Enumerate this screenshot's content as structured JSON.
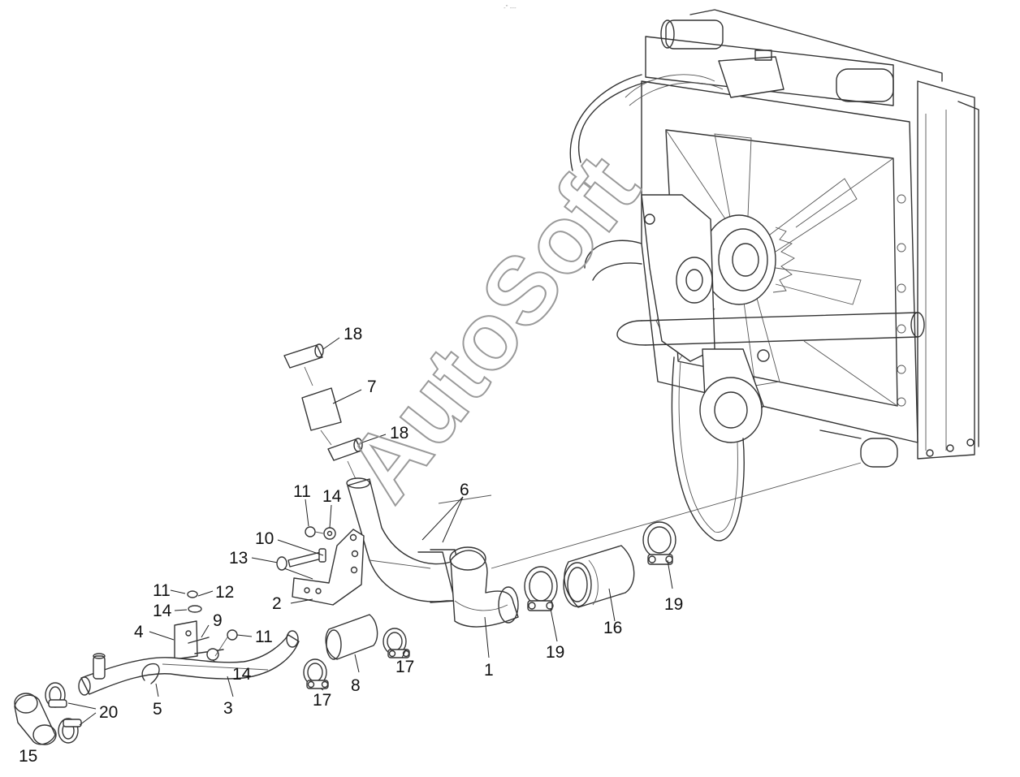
{
  "header": {
    "mark": "-\" ---"
  },
  "watermark": {
    "text": "AutoSoft"
  },
  "callouts": {
    "c1": "1",
    "c2": "2",
    "c3": "3",
    "c4": "4",
    "c5": "5",
    "c6": "6",
    "c7": "7",
    "c8": "8",
    "c9": "9",
    "c10": "10",
    "c11a": "11",
    "c11b": "11",
    "c11c": "11",
    "c12": "12",
    "c13": "13",
    "c14a": "14",
    "c14b": "14",
    "c14c": "14",
    "c15": "15",
    "c16": "16",
    "c17a": "17",
    "c17b": "17",
    "c18a": "18",
    "c18b": "18",
    "c19a": "19",
    "c19b": "19",
    "c20": "20"
  }
}
